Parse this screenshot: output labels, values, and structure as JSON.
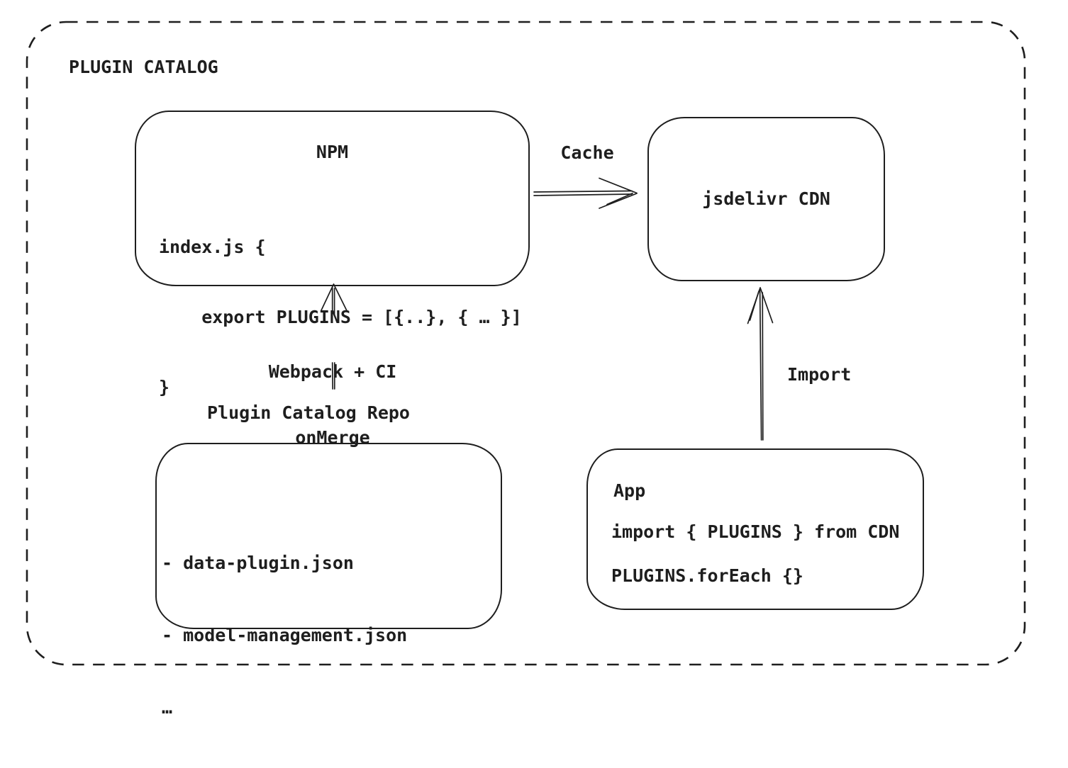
{
  "diagram": {
    "title": "PLUGIN CATALOG",
    "colors": {
      "stroke": "#1e1e1e",
      "background": "#ffffff"
    },
    "nodes": {
      "npm": {
        "title": "NPM",
        "code": [
          "index.js {",
          "    export PLUGINS = [{..}, { … }]",
          "}"
        ]
      },
      "cdn": {
        "title": "jsdelivr CDN"
      },
      "repo": {
        "label": "Plugin Catalog Repo",
        "items": [
          "- data-plugin.json",
          "- model-management.json",
          "…"
        ]
      },
      "app": {
        "title": "App",
        "code": [
          "import { PLUGINS } from CDN",
          "PLUGINS.forEach {}"
        ]
      }
    },
    "edges": {
      "cache": {
        "label": "Cache",
        "from": "npm",
        "to": "cdn"
      },
      "build": {
        "label_line1": "Webpack + CI",
        "label_line2": "onMerge",
        "from": "repo",
        "to": "npm"
      },
      "import": {
        "label": "Import",
        "from": "app",
        "to": "cdn"
      }
    }
  }
}
